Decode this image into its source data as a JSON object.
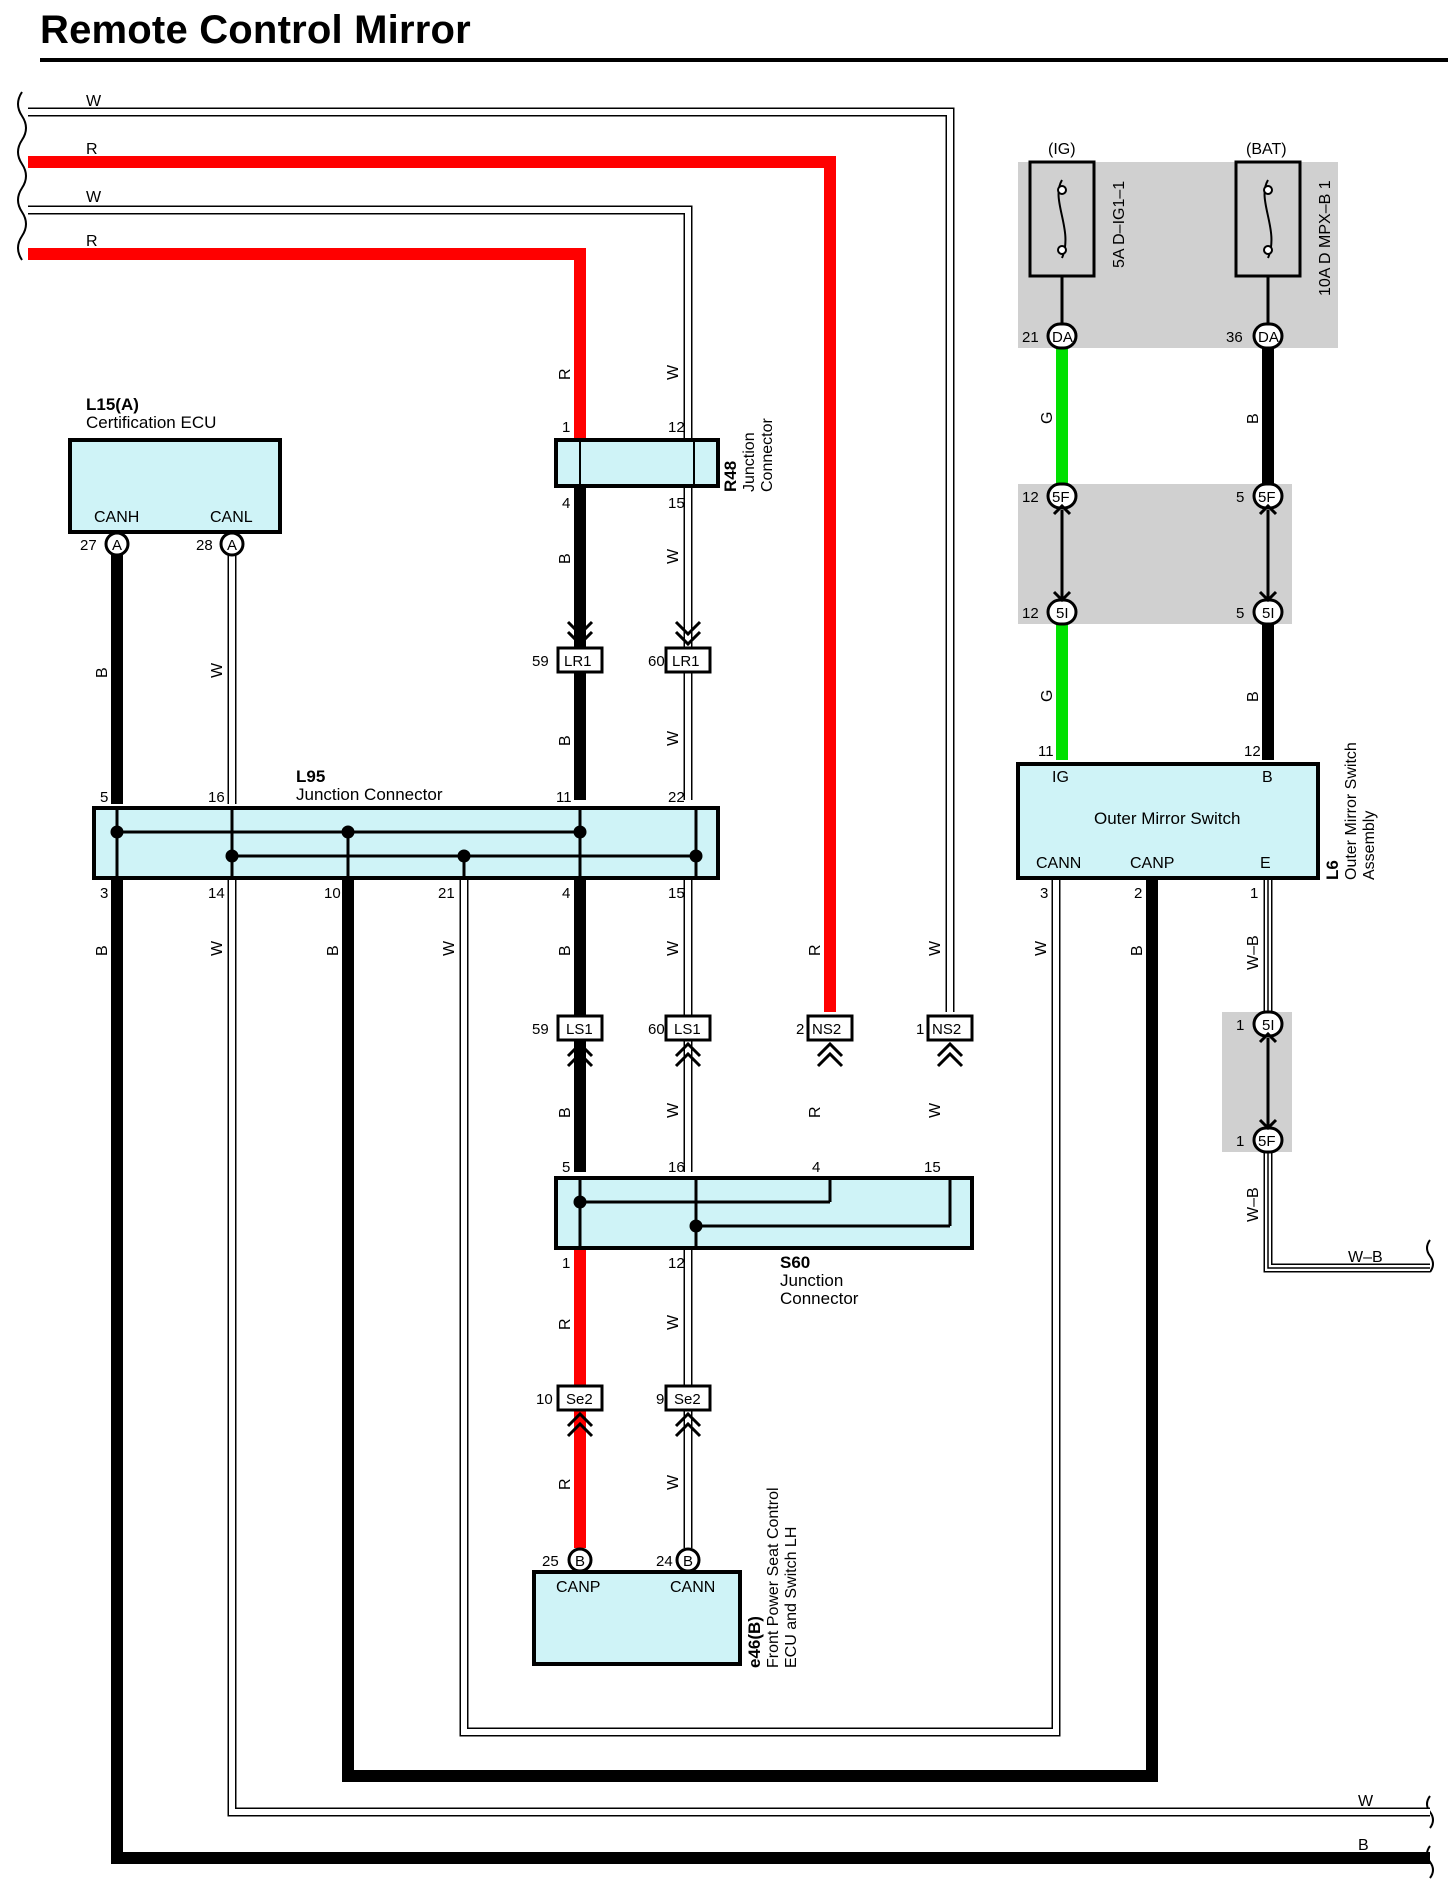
{
  "title": "Remote Control Mirror",
  "colors": {
    "red": "#ff0000",
    "green": "#00e000",
    "black": "#000000",
    "box": "#cff3f7",
    "shade": "#d0d0d0"
  },
  "wires": {
    "top1": "W",
    "top2": "R",
    "top3": "W",
    "top4": "R",
    "bottom_w": "W",
    "bottom_b": "B",
    "right_wb": "W–B"
  },
  "colorLabels": {
    "R": "R",
    "W": "W",
    "B": "B",
    "G": "G",
    "WB": "W–B"
  },
  "fuses": {
    "ig": {
      "supply": "(IG)",
      "name": "5A D–IG1–1",
      "pin": "21",
      "conn": "DA"
    },
    "bat": {
      "supply": "(BAT)",
      "name": "10A D MPX–B 1",
      "pin": "36",
      "conn": "DA"
    }
  },
  "l15": {
    "code": "L15(A)",
    "name": "Certification ECU",
    "term1": "CANH",
    "term2": "CANL",
    "pin1": "27",
    "pin2": "28",
    "conn": "A"
  },
  "r48": {
    "code": "R48",
    "name1": "Junction",
    "name2": "Connector",
    "pinTop1": "1",
    "pinTop2": "12",
    "pinBot1": "4",
    "pinBot2": "15"
  },
  "l95": {
    "code": "L95",
    "name": "Junction Connector",
    "top": [
      "5",
      "16",
      "11",
      "22"
    ],
    "bottom": [
      "3",
      "14",
      "10",
      "21",
      "4",
      "15"
    ]
  },
  "s60": {
    "code": "S60",
    "name1": "Junction",
    "name2": "Connector",
    "top": [
      "5",
      "16",
      "4",
      "15"
    ],
    "bottom": [
      "1",
      "12"
    ]
  },
  "e46": {
    "code": "e46(B)",
    "name1": "Front Power Seat Control",
    "name2": "ECU and Switch LH",
    "term1": "CANP",
    "term2": "CANN",
    "pin1": "25",
    "pin2": "24",
    "conn": "B"
  },
  "l6": {
    "code": "L6",
    "name1": "Outer Mirror Switch",
    "name2": "Assembly",
    "title": "Outer Mirror Switch",
    "ig": "IG",
    "b": "B",
    "cann": "CANN",
    "canp": "CANP",
    "e": "E",
    "pinIg": "11",
    "pinB": "12",
    "pinCann": "3",
    "pinCanp": "2",
    "pinE": "1"
  },
  "connectors": {
    "lr1a": {
      "pin": "59",
      "name": "LR1"
    },
    "lr1b": {
      "pin": "60",
      "name": "LR1"
    },
    "ls1a": {
      "pin": "59",
      "name": "LS1"
    },
    "ls1b": {
      "pin": "60",
      "name": "LS1"
    },
    "ns2a": {
      "pin": "2",
      "name": "NS2"
    },
    "ns2b": {
      "pin": "1",
      "name": "NS2"
    },
    "se2a": {
      "pin": "10",
      "name": "Se2"
    },
    "se2b": {
      "pin": "9",
      "name": "Se2"
    },
    "f5a": {
      "pin": "12",
      "name": "5F"
    },
    "f5b": {
      "pin": "5",
      "name": "5F"
    },
    "i5a": {
      "pin": "12",
      "name": "5I"
    },
    "i5b": {
      "pin": "5",
      "name": "5I"
    },
    "i5c": {
      "pin": "1",
      "name": "5I"
    },
    "f5c": {
      "pin": "1",
      "name": "5F"
    }
  }
}
